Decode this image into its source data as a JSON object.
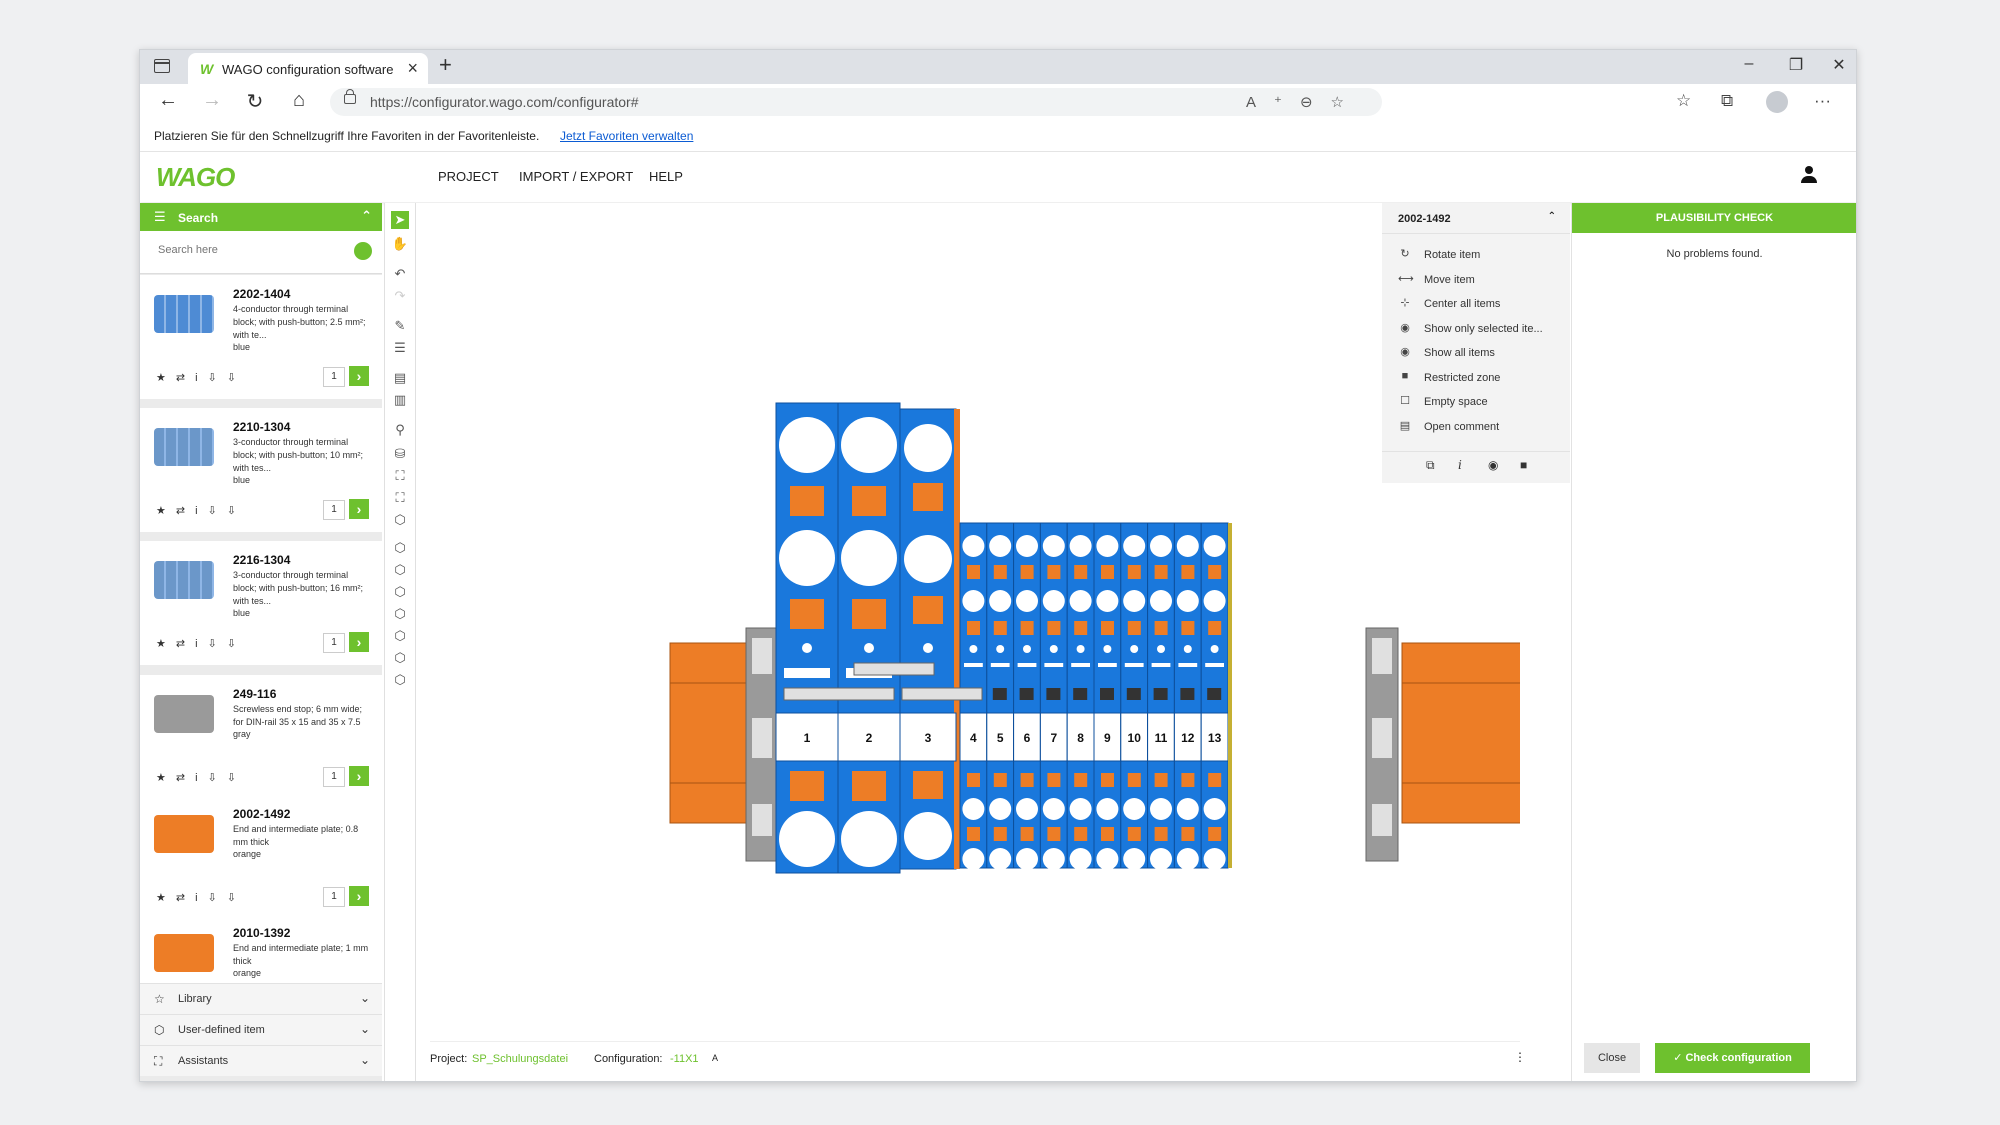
{
  "browser": {
    "tab_title": "WAGO configuration software Sm",
    "url": "https://configurator.wago.com/configurator#",
    "favbar_text": "Platzieren Sie für den Schnellzugriff Ihre Favoriten in der Favoritenleiste.",
    "favbar_link": "Jetzt Favoriten verwalten"
  },
  "app": {
    "logo": "WAGO",
    "menu": [
      "PROJECT",
      "IMPORT / EXPORT",
      "HELP"
    ]
  },
  "search": {
    "header": "Search",
    "placeholder": "Search here"
  },
  "products": [
    {
      "pn": "2202-1404",
      "desc": "4-conductor through terminal block; with push-button; 2.5 mm²; with te...",
      "color": "blue",
      "qty": "1"
    },
    {
      "pn": "2210-1304",
      "desc": "3-conductor through terminal block; with push-button; 10 mm²; with tes...",
      "color": "blue",
      "qty": "1"
    },
    {
      "pn": "2216-1304",
      "desc": "3-conductor through terminal block; with push-button; 16 mm²; with tes...",
      "color": "blue",
      "qty": "1"
    },
    {
      "pn": "249-116",
      "desc": "Screwless end stop; 6 mm wide; for DIN-rail 35 x 15 and 35 x 7.5",
      "color": "gray",
      "qty": "1"
    },
    {
      "pn": "2002-1492",
      "desc": "End and intermediate plate; 0.8 mm thick",
      "color": "orange",
      "qty": "1"
    },
    {
      "pn": "2010-1392",
      "desc": "End and intermediate plate; 1 mm thick",
      "color": "orange",
      "qty": ""
    }
  ],
  "accordions": [
    "Library",
    "User-defined item",
    "Assistants"
  ],
  "context": {
    "title": "2002-1492",
    "items": [
      "Rotate item",
      "Move item",
      "Center all items",
      "Show only selected ite...",
      "Show all items",
      "Restricted zone",
      "Empty space",
      "Open comment"
    ]
  },
  "plausibility": {
    "header": "PLAUSIBILITY CHECK",
    "message": "No problems found.",
    "close": "Close",
    "check": "Check configuration"
  },
  "status": {
    "project_label": "Project:",
    "project_value": "SP_Schulungsdatei",
    "config_label": "Configuration:",
    "config_value": "-11X1",
    "config_suffix": "A"
  },
  "terminals": [
    "1",
    "2",
    "3",
    "4",
    "5",
    "6",
    "7",
    "8",
    "9",
    "10",
    "11",
    "12",
    "13"
  ],
  "colors": {
    "accent": "#6ec12e",
    "terminal_blue": "#1a78dc",
    "plate_orange": "#ed7d26",
    "endstop_gray": "#9a9a9a"
  }
}
